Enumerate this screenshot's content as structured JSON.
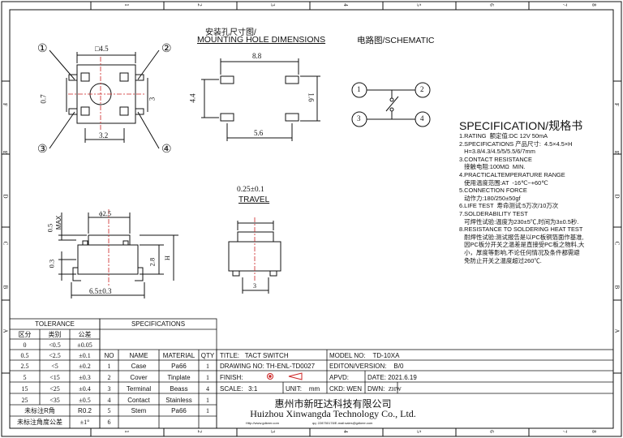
{
  "frame": {
    "top_zone_numbers": [
      "1",
      "2",
      "3",
      "4",
      "5",
      "6",
      "7",
      "8"
    ],
    "bottom_zone_numbers": [
      "1",
      "2",
      "3",
      "4",
      "5",
      "6",
      "7",
      "8"
    ],
    "side_zone_letters": [
      "F",
      "E",
      "D",
      "C",
      "B",
      "A"
    ]
  },
  "mounting": {
    "title_cn": "安装孔尺寸图/",
    "title_en": "MOUNTING HOLE DIMENSIONS",
    "dim_width": "8.8",
    "dim_height": "4.4",
    "dim_pitch": "5.6",
    "dim_pad": "1.6"
  },
  "top_view": {
    "square_dim": "□4.5",
    "dim_07": "0.7",
    "dim_32": "3.2",
    "dim_3": "3",
    "pin_labels": [
      "①",
      "②",
      "③",
      "④"
    ]
  },
  "schematic": {
    "title_cn": "电路图/",
    "title_en": "SCHEMATIC",
    "pins": [
      "1",
      "2",
      "3",
      "4"
    ]
  },
  "travel": {
    "value": "0.25±0.1",
    "label": "TRAVEL",
    "dim_3": "3"
  },
  "side_view": {
    "dim_diameter": "ϕ2.5",
    "dim_max_val": "0.5",
    "dim_max_label": "MAX",
    "dim_03": "0.3",
    "dim_28": "2.8",
    "dim_h": "H",
    "dim_width": "6.5±0.3"
  },
  "spec": {
    "heading": "SPECIFICATION/规格书",
    "lines": [
      "1.RATING  额定值:DC 12V 50mA",
      "2.SPECIFICATIONS 产品尺寸:  4.5×4.5×H",
      "   H=3.8/4.3/4.5/5/5.5/6/7mm",
      "3.CONTACT RESISTANCE",
      "   接触电阻:100MΩ  MIN.",
      "4.PRACTICALTEMPERATURE RANGE",
      "   使用温度范围:AT  -16℃~+60℃",
      "5.CONNECTION FORCE",
      "   动作力:180/250±50gf",
      "6.LIFE TEST  寿命测试:5万次/10万次",
      "7.SOLDERABILITY TEST",
      "   可焊性试验:温度为230±5℃,时间为3±0.5秒.",
      "8.RESISTANCE TO SOLDERING HEAT TEST",
      "   耐焊性试验:测试报告是以PC板铜箔面作基准,",
      "   因PC板分开关之温差是直接受PC板之物料,大",
      "   小，厚度等影响,不论任何情况及条件都需避",
      "   免防止开关之温度超过260℃."
    ]
  },
  "tolerance": {
    "title": "TOLERANCE",
    "headers": [
      "区分",
      "类别",
      "公差"
    ],
    "rows": [
      [
        "0",
        "<0.5",
        "±0.05"
      ],
      [
        "0.5",
        "<2.5",
        "±0.1"
      ],
      [
        "2.5",
        "<5",
        "±0.2"
      ],
      [
        "5",
        "<15",
        "±0.3"
      ],
      [
        "15",
        "<25",
        "±0.4"
      ],
      [
        "25",
        "<35",
        "±0.5"
      ]
    ],
    "r_label": "未标注R角",
    "r_value": "R0.2",
    "angle_label": "未标注角度公差",
    "angle_value": "±1°"
  },
  "bom": {
    "title": "SPECIFICATIONS",
    "headers": [
      "NO",
      "NAME",
      "MATERIAL",
      "QTY"
    ],
    "rows": [
      [
        "1",
        "Case",
        "Pa66",
        "1"
      ],
      [
        "2",
        "Cover",
        "Tinplate",
        "1"
      ],
      [
        "3",
        "Terminal",
        "Beass",
        "4"
      ],
      [
        "4",
        "Contact",
        "Stainless",
        "1"
      ],
      [
        "5",
        "Stem",
        "Pa66",
        "1"
      ],
      [
        "6",
        "",
        "",
        ""
      ]
    ]
  },
  "title_block": {
    "title_label": "TITLE:",
    "title_value": "TACT SWITCH",
    "model_label": "MODEL NO:",
    "model_value": "TD-10XA",
    "drawing_label": "DRAWING NO:",
    "drawing_value": "TH-ENL-TD0027",
    "edition_label": "EDITON/VERSION:",
    "edition_value": "B/0",
    "finish_label": "FINISH:",
    "apvd_label": "APVD:",
    "date_label": "DATE:",
    "date_value": "2021.6.19",
    "scale_label": "SCALE:",
    "scale_value": "3:1",
    "unit_label": "UNIT:",
    "unit_value": "mm",
    "ckd_label": "CKD:",
    "ckd_value": "WEN",
    "dwn_label": "DWN:",
    "dwn_value": "ZHW",
    "company_cn": "惠州市新旺达科技有限公司",
    "company_en": "Huizhou Xinwangda Technology Co., Ltd.",
    "footer_url": "Http://www.gdkeer.com",
    "footer_contact": "qq: 228750178/E-mail:sales@gdkeer.com"
  },
  "colors": {
    "line": "#111111",
    "center_line": "#cc2222",
    "title_block_symbol": "#cc2222"
  }
}
